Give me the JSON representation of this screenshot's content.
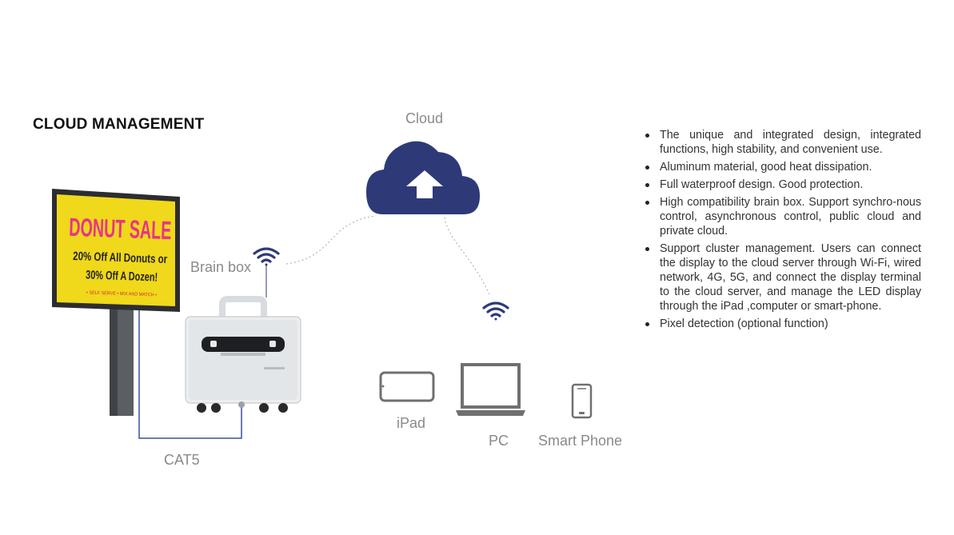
{
  "title": "CLOUD MANAGEMENT",
  "labels": {
    "cloud": "Cloud",
    "brain_box": "Brain box",
    "cat5": "CAT5",
    "ipad": "iPad",
    "pc": "PC",
    "smart_phone": "Smart Phone"
  },
  "billboard": {
    "line1": "DONUT SALE",
    "line2": "20% Off All Donuts or",
    "line3": "30% Off A Dozen!",
    "line4": "• SELF SERVE • MIX AND MATCH •"
  },
  "features": [
    "The unique and integrated design, integrated functions, high stability, and convenient use.",
    "Aluminum material, good heat dissipation.",
    "Full waterproof design. Good protection.",
    "High compatibility brain box. Support synchro-nous control, asynchronous control, public cloud and private cloud.",
    "Support cluster management. Users can connect the display to the cloud server through Wi-Fi, wired network, 4G, 5G, and connect the display terminal to the cloud server, and manage the LED display through the iPad ,computer or smart-phone.",
    "Pixel detection (optional function)"
  ],
  "colors": {
    "cloud": "#2e3a78",
    "wifi": "#2e3a78",
    "cable": "#3b4fa0",
    "billboard_bg": "#f0d81a",
    "billboard_title": "#e8338a",
    "device": "#707070",
    "label": "#8a8a8a"
  },
  "icons": [
    "cloud-upload-icon",
    "wifi-icon",
    "tablet-icon",
    "laptop-icon",
    "phone-icon"
  ]
}
